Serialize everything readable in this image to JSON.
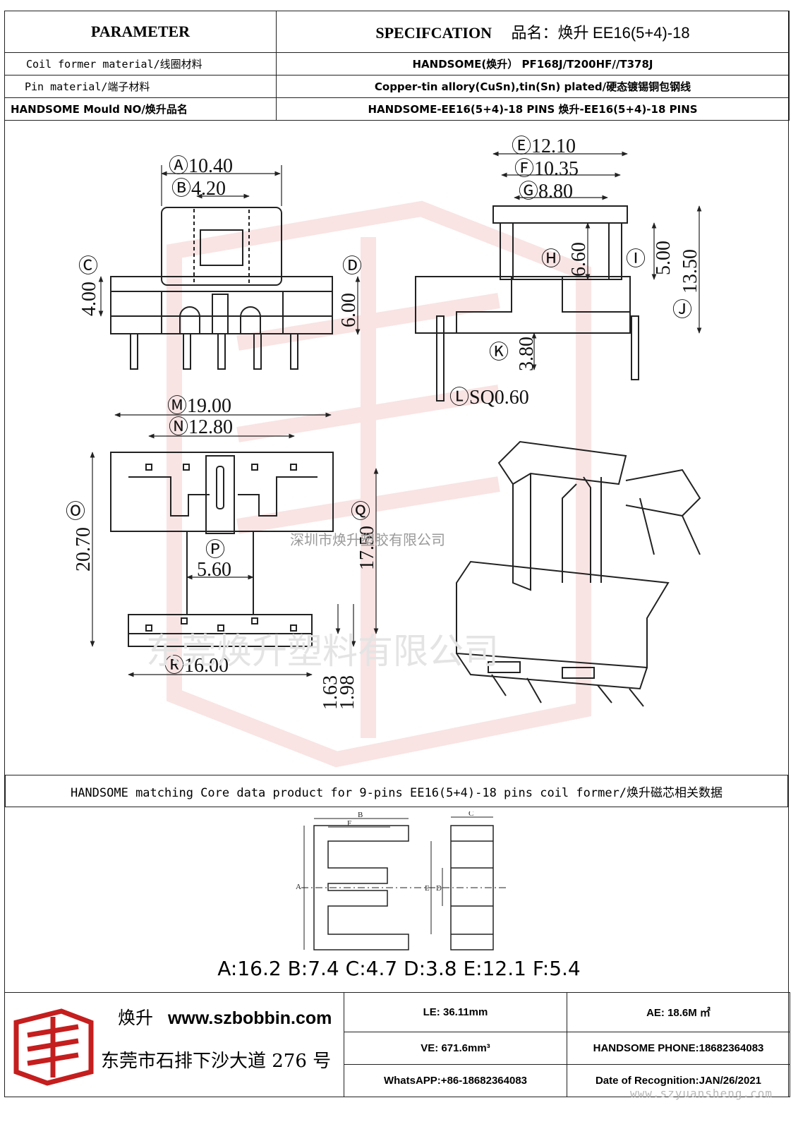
{
  "header": {
    "parameter": "PARAMETER",
    "specification": "SPECIFCATION",
    "product_name_label": "品名：焕升",
    "product_name": "EE16(5+4)-18"
  },
  "rows": [
    {
      "label": "Coil former material/线圈材料",
      "value": "HANDSOME(焕升）  PF168J/T200HF//T378J"
    },
    {
      "label": "Pin material/端子材料",
      "value": "Copper-tin allory(CuSn),tin(Sn) plated/硬态镀锡铜包钢线"
    },
    {
      "label": "HANDSOME Mould NO/焕升品名",
      "value": "HANDSOME-EE16(5+4)-18 PINS    焕升-EE16(5+4)-18 PINS"
    }
  ],
  "drawing": {
    "front": {
      "A": "10.40",
      "B": "4.20",
      "C": "4.00",
      "D": "6.00"
    },
    "side": {
      "E": "12.10",
      "F": "10.35",
      "G": "8.80",
      "H": "6.60",
      "I": "5.00",
      "J": "13.50",
      "K": "3.80",
      "L": "SQ0.60"
    },
    "bottom": {
      "M": "19.00",
      "N": "12.80",
      "O": "20.70",
      "P": "5.60",
      "Q": "17.50",
      "R": "16.00",
      "h1": "1.63",
      "h2": "1.98"
    },
    "watermark_small": "深圳市焕升塑胶有限公司",
    "watermark_large": "东莞焕升塑料有限公司"
  },
  "core": {
    "note": "HANDSOME matching Core data  product for 9-pins EE16(5+4)-18 pins coil former/焕升磁芯相关数据",
    "labels": {
      "A": "A",
      "B": "B",
      "C": "C",
      "D": "D",
      "E": "E",
      "F": "F"
    },
    "dimensions": "A:16.2 B:7.4 C:4.7 D:3.8 E:12.1 F:5.4"
  },
  "footer": {
    "brand_cn": "焕升",
    "website": "www.szbobbin.com",
    "address": "东莞市石排下沙大道 276 号",
    "le": "LE: 36.11mm",
    "ae": "AE: 18.6M ㎡",
    "ve": "VE: 671.6mm³",
    "phone": "HANDSOME PHONE:18682364083",
    "whatsapp": "WhatsAPP:+86-18682364083",
    "date": "Date of Recognition:JAN/26/2021",
    "watermark": "www.szyuansheng.com"
  }
}
